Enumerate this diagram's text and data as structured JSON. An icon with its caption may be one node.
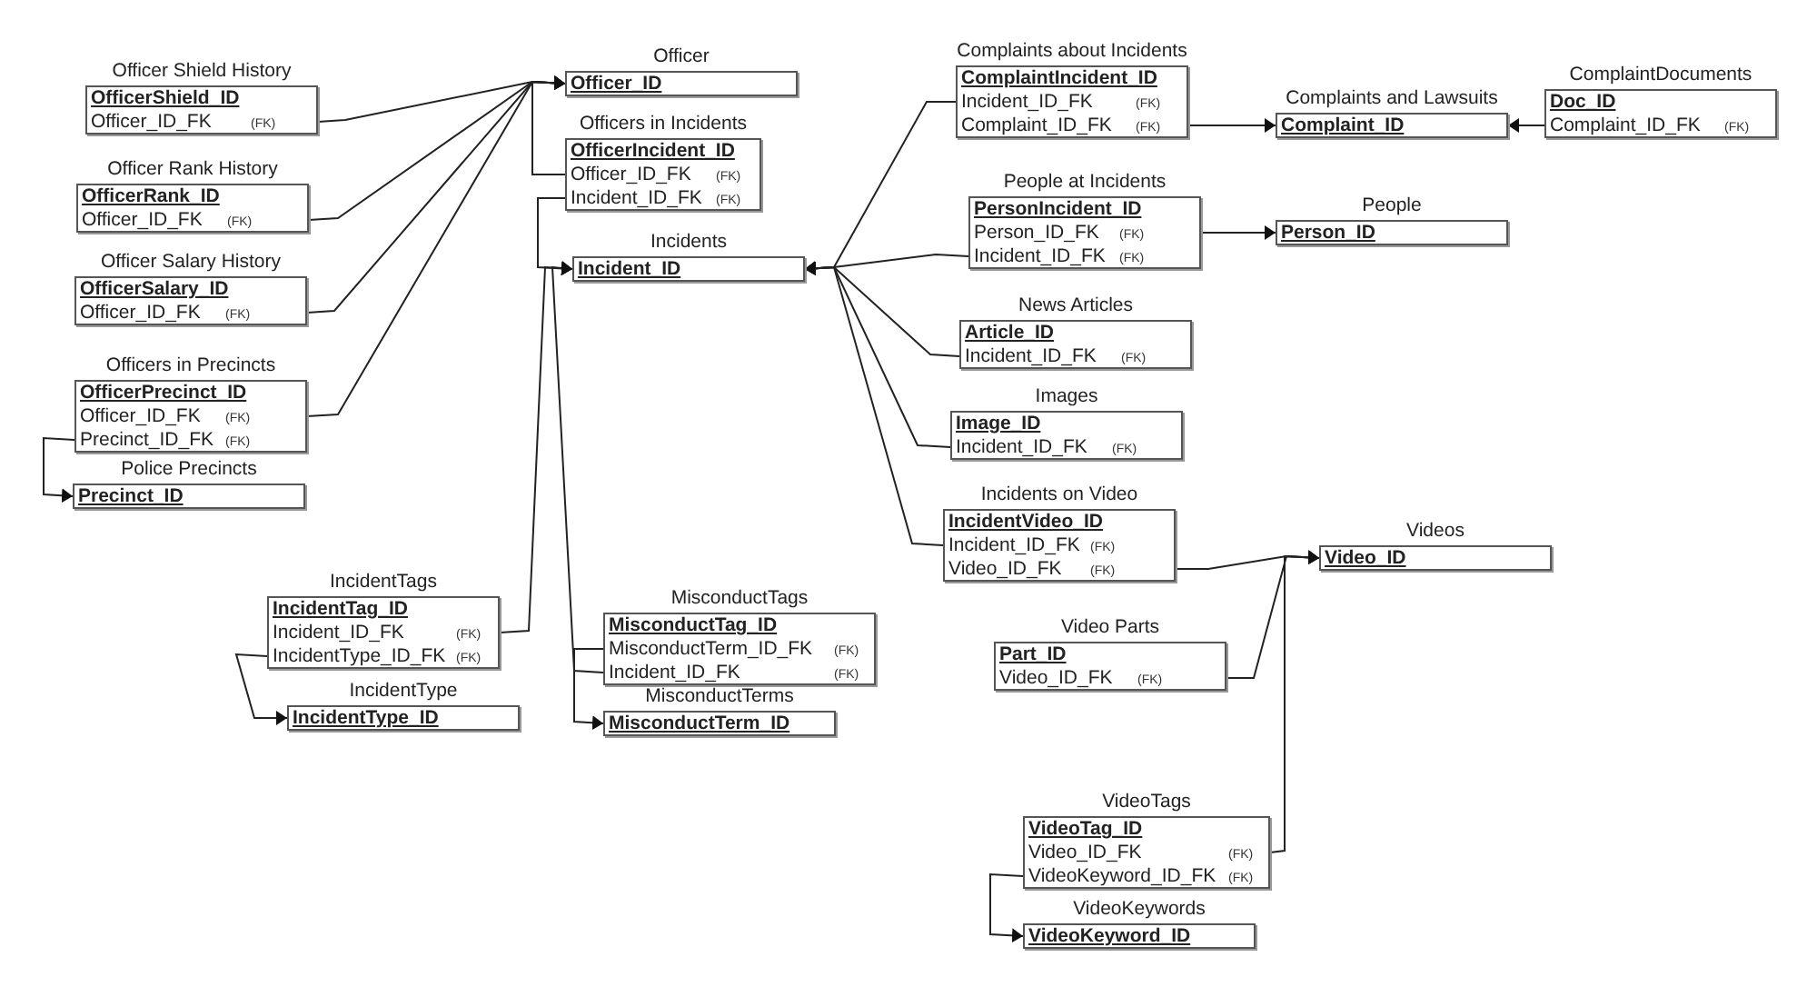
{
  "diagram": {
    "nodes": [
      {
        "text": [
          "Officer Shield History",
          "OfficerShield_ID",
          "Officer_ID_FK",
          "(FK)"
        ]
      },
      {
        "text": [
          "Officer Rank History",
          "OfficerRank_ID",
          "Officer_ID_FK",
          "(FK)"
        ]
      },
      {
        "text": [
          "Officer Salary History",
          "OfficerSalary_ID",
          "Officer_ID_FK",
          "(FK)"
        ]
      },
      {
        "text": [
          "Officers in Precincts",
          "OfficerPrecinct_ID",
          "Officer_ID_FK",
          "(FK)",
          "Precinct_ID_FK",
          "(FK)"
        ]
      },
      {
        "text": [
          "Police Precincts",
          "Precinct_ID"
        ]
      },
      {
        "text": [
          "Officer",
          "Officer_ID"
        ]
      },
      {
        "text": [
          "Officers in Incidents",
          "OfficerIncident_ID",
          "Officer_ID_FK",
          "(FK)",
          "Incident_ID_FK",
          "(FK)"
        ]
      },
      {
        "text": [
          "Incidents",
          "Incident_ID"
        ]
      },
      {
        "text": [
          "IncidentTags",
          "IncidentTag_ID",
          "Incident_ID_FK",
          "(FK)",
          "IncidentType_ID_FK",
          "(FK)"
        ]
      },
      {
        "text": [
          "IncidentType",
          "IncidentType_ID"
        ]
      },
      {
        "text": [
          "MisconductTags",
          "MisconductTag_ID",
          "MisconductTerm_ID_FK",
          "(FK)",
          "Incident_ID_FK",
          "(FK)"
        ]
      },
      {
        "text": [
          "MisconductTerms",
          "MisconductTerm_ID"
        ]
      },
      {
        "text": [
          "Complaints about Incidents",
          "ComplaintIncident_ID",
          "Incident_ID_FK",
          "(FK)",
          "Complaint_ID_FK",
          "(FK)"
        ]
      },
      {
        "text": [
          "Complaints and Lawsuits",
          "Complaint_ID"
        ]
      },
      {
        "text": [
          "ComplaintDocuments",
          "Doc_ID",
          "Complaint_ID_FK",
          "(FK)"
        ]
      },
      {
        "text": [
          "People at Incidents",
          "PersonIncident_ID",
          "Person_ID_FK",
          "(FK)",
          "Incident_ID_FK",
          "(FK)"
        ]
      },
      {
        "text": [
          "People",
          "Person_ID"
        ]
      },
      {
        "text": [
          "News Articles",
          "Article_ID",
          "Incident_ID_FK",
          "(FK)"
        ]
      },
      {
        "text": [
          "Images",
          "Image_ID",
          "Incident_ID_FK",
          "(FK)"
        ]
      },
      {
        "text": [
          "Incidents on Video",
          "IncidentVideo_ID",
          "Incident_ID_FK",
          "(FK)",
          "Video_ID_FK",
          "(FK)"
        ]
      },
      {
        "text": [
          "Videos",
          "Video_ID"
        ]
      },
      {
        "text": [
          "Video Parts",
          "Part_ID",
          "Video_ID_FK",
          "(FK)"
        ]
      },
      {
        "text": [
          "VideoTags",
          "VideoTag_ID",
          "Video_ID_FK",
          "(FK)",
          "VideoKeyword_ID_FK",
          "(FK)"
        ]
      },
      {
        "text": [
          "VideoKeywords",
          "VideoKeyword_ID"
        ]
      }
    ],
    "edges": [
      {
        "from": 0,
        "to": 5,
        "arrow": "to"
      },
      {
        "from": 1,
        "to": 5,
        "arrow": "to"
      },
      {
        "from": 2,
        "to": 5,
        "arrow": "to"
      },
      {
        "from": 3,
        "to": 5,
        "arrow": "to"
      },
      {
        "from": 6,
        "to": 5,
        "arrow": "to"
      },
      {
        "from": 3,
        "to": 4,
        "arrow": "to"
      },
      {
        "from": 6,
        "to": 7,
        "arrow": "to"
      },
      {
        "from": 8,
        "to": 7,
        "arrow": "to"
      },
      {
        "from": 10,
        "to": 7,
        "arrow": "to"
      },
      {
        "from": 8,
        "to": 9,
        "arrow": "to"
      },
      {
        "from": 10,
        "to": 11,
        "arrow": "to"
      },
      {
        "from": 12,
        "to": 7,
        "arrow": "to"
      },
      {
        "from": 15,
        "to": 7,
        "arrow": "to"
      },
      {
        "from": 17,
        "to": 7,
        "arrow": "to"
      },
      {
        "from": 18,
        "to": 7,
        "arrow": "to"
      },
      {
        "from": 19,
        "to": 7,
        "arrow": "to"
      },
      {
        "from": 12,
        "to": 13,
        "arrow": "to"
      },
      {
        "from": 14,
        "to": 13,
        "arrow": "to"
      },
      {
        "from": 15,
        "to": 16,
        "arrow": "to"
      },
      {
        "from": 19,
        "to": 20,
        "arrow": "to"
      },
      {
        "from": 21,
        "to": 20,
        "arrow": "to"
      },
      {
        "from": 22,
        "to": 20,
        "arrow": "to"
      },
      {
        "from": 22,
        "to": 23,
        "arrow": "to"
      }
    ]
  }
}
